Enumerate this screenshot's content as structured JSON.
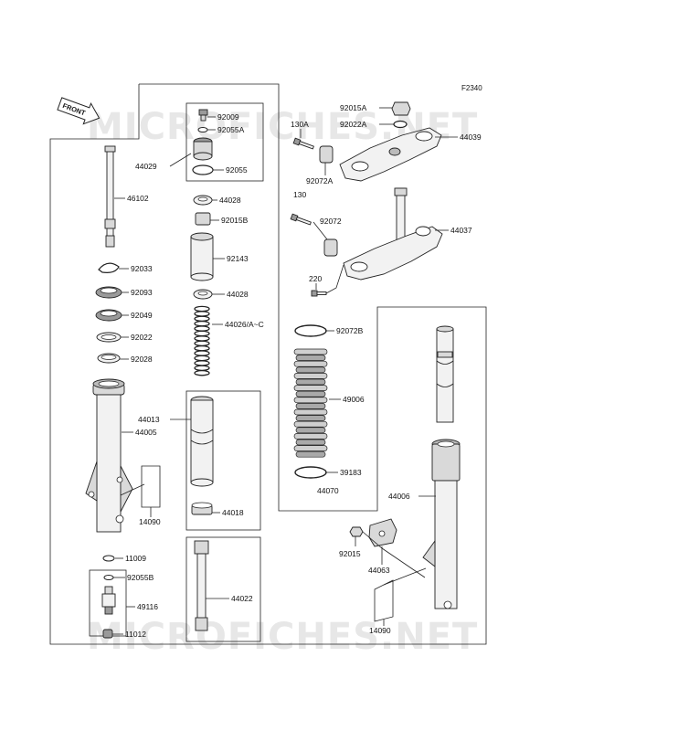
{
  "figure_code": "F2340",
  "front_label": "FRONT",
  "watermarks": [
    "MICROFICHES.NET",
    "MICROFICHES.NET"
  ],
  "labels": {
    "p92009": "92009",
    "p92055A": "92055A",
    "p44029": "44029",
    "p92055": "92055",
    "p44028a": "44028",
    "p92015B": "92015B",
    "p92143": "92143",
    "p44028b": "44028",
    "p44026": "44026/A~C",
    "p46102": "46102",
    "p92033": "92033",
    "p92093": "92093",
    "p92049": "92049",
    "p92022": "92022",
    "p92028": "92028",
    "p44013": "44013",
    "p44005": "44005",
    "p44018": "44018",
    "p14090a": "14090",
    "p11009": "11009",
    "p92055B": "92055B",
    "p49116": "49116",
    "p44022": "44022",
    "p11012": "11012",
    "p92015A": "92015A",
    "p92022A": "92022A",
    "p130A": "130A",
    "p44039": "44039",
    "p92072A": "92072A",
    "p130": "130",
    "p92072": "92072",
    "p44037": "44037",
    "p220": "220",
    "p92072B": "92072B",
    "p49006": "49006",
    "p39183": "39183",
    "p44070": "44070",
    "p44006": "44006",
    "p92015": "92015",
    "p44063": "44063",
    "p14090b": "14090"
  }
}
